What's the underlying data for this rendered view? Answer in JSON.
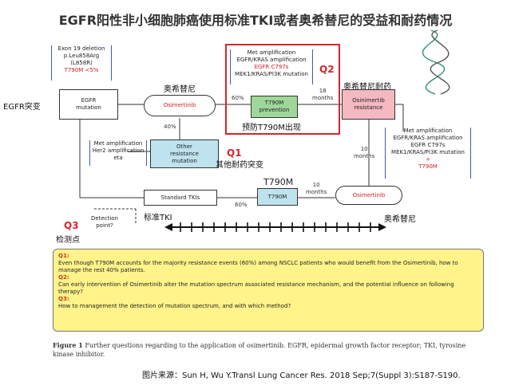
{
  "title": "EGFR阳性非小细胞肺癌使用标准TKI或者奥希替尼的受益和耐药情况",
  "nodes": {
    "egfr_mutation": "EGFR\nmutation",
    "egfr_label_zh": "EGFR突变",
    "osimertinib_pill": "Osimertinib",
    "osimertinib_zh_top": "奥希替尼",
    "t790m_prevention": "T790M\nprevention",
    "prevent_zh": "预防T790M出现",
    "osimertinib_resistance": "Osinimertib\nresistance",
    "osimertinib_resistance_zh": "奥希替尼耐药",
    "other_resistance": "Other\nresistance\nmutation",
    "other_resistance_zh": "其他耐药突变",
    "standard_tkis": "Standard TKIs",
    "t790m_box": "T790M",
    "t790m_box_label": "T790M",
    "osimertinib_pill_bottom": "Osimertinib",
    "osimertinib_zh_bottom": "奥希替尼",
    "detection_point": "Detection\npoint?",
    "detection_zh": "检测点",
    "standard_tki_zh": "标准TKI"
  },
  "brackets": {
    "exon19": [
      "Exon 19 deletion",
      "p.Leu858Arg",
      "(L858R)"
    ],
    "exon19_red": "T790M <5%",
    "q2_box": [
      "Met amplification",
      "EGFR/KRAS amplification"
    ],
    "q2_box_red": "EGFR C797s",
    "q2_box_last": "MEK1/KRAS/PI3K mutation",
    "left_mid": [
      "Met amplification",
      "Her2 amplification",
      "eta"
    ],
    "right_mid": [
      "Met amplification",
      "EGFR/KRAS amplification",
      "EGFR C797s",
      "MEK1/KRAS/PI3K mutation",
      "+"
    ],
    "right_mid_red": "T790M"
  },
  "edge_labels": {
    "sixty_top": "60%",
    "eighteen": "18\nmonths",
    "forty": "40%",
    "ten_right": "10\nmonths",
    "ten_bottom": "10\nmonths",
    "sixty_bottom": "60%"
  },
  "questions": {
    "q1_tag": "Q1",
    "q2_tag": "Q2",
    "q3_tag": "Q3",
    "box": [
      {
        "h": "Q1:",
        "t": "Even though T790M accounts for the majority resistance events (60%) among NSCLC patients who would benefit from the Osimertinib, how to manage the rest 40% patients."
      },
      {
        "h": "Q2:",
        "t": "Can early intervention of Osimertinib alter the mutation spectrum associated resistance mechanism, and the potential influence on following therapy?"
      },
      {
        "h": "Q3:",
        "t": "How to management the detection of mutation spectrum, and with which method?"
      }
    ]
  },
  "caption_bold": "Figure 1",
  "caption": " Further questions regarding to the application of osimertinib. EGFR, epidermal growth factor receptor; TKI, tyrosine kinase inhibitor.",
  "source": "图片来源：Sun H, Wu Y.Transl Lung Cancer Res. 2018 Sep;7(Suppl 3):S187-S190."
}
